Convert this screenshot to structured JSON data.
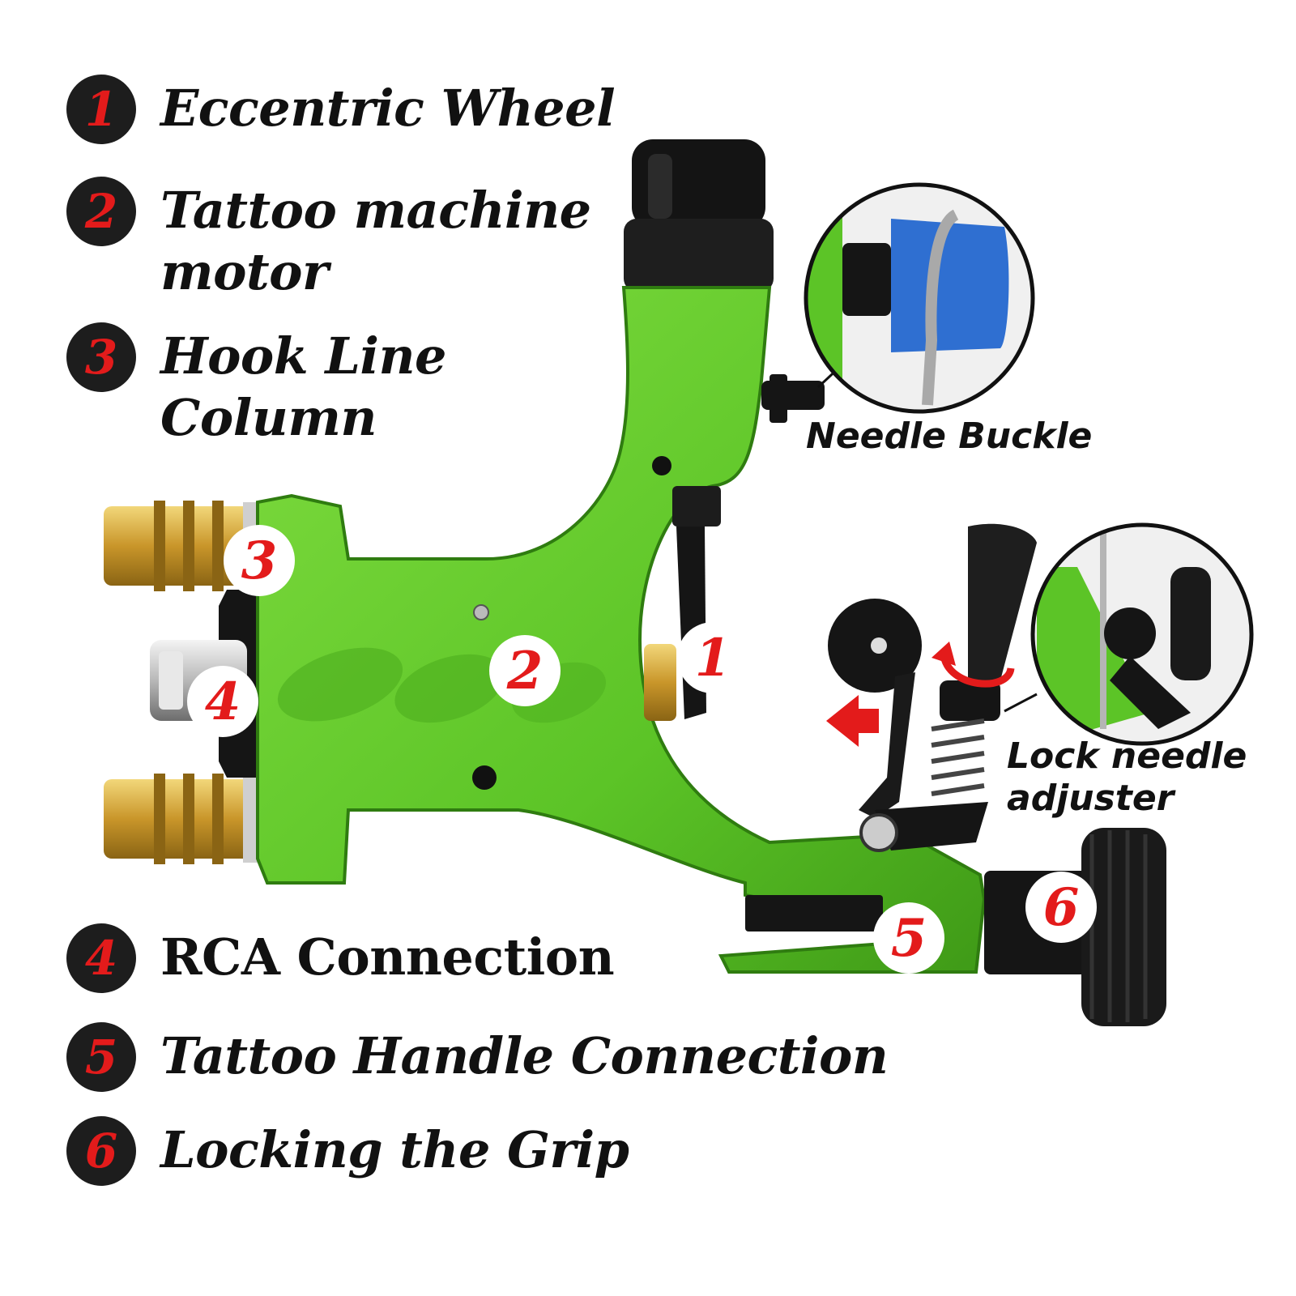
{
  "legend": [
    {
      "number": "1",
      "label": "Eccentric Wheel"
    },
    {
      "number": "2",
      "label": "Tattoo machine\nmotor"
    },
    {
      "number": "3",
      "label": "Hook Line\nColumn"
    },
    {
      "number": "4",
      "label": "RCA Connection"
    },
    {
      "number": "5",
      "label": "Tattoo Handle Connection"
    },
    {
      "number": "6",
      "label": "Locking the Grip"
    }
  ],
  "badges": [
    "1",
    "2",
    "3",
    "4",
    "5",
    "6"
  ],
  "callouts": {
    "needle_buckle": "Needle Buckle",
    "lock_adjuster_line1": "Lock needle",
    "lock_adjuster_line2": "adjuster"
  },
  "colors": {
    "body_green": "#5cc427",
    "body_green_dark": "#3f9a17",
    "brass": "#d4a93a",
    "label_red": "#e31b1b",
    "circle_dark": "#1d1d1d",
    "blue_buckle": "#2f6fd1"
  }
}
